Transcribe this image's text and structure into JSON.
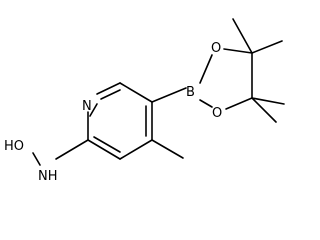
{
  "structure": {
    "atoms": {
      "ring_nitrogen": "N",
      "boron": "B",
      "boronate_oxygen_upper": "O",
      "boronate_oxygen_lower": "O",
      "amine_nh": "NH",
      "hydroxyl_ho": "HO"
    }
  },
  "colors": {
    "bond": "#000000",
    "background": "#ffffff"
  }
}
